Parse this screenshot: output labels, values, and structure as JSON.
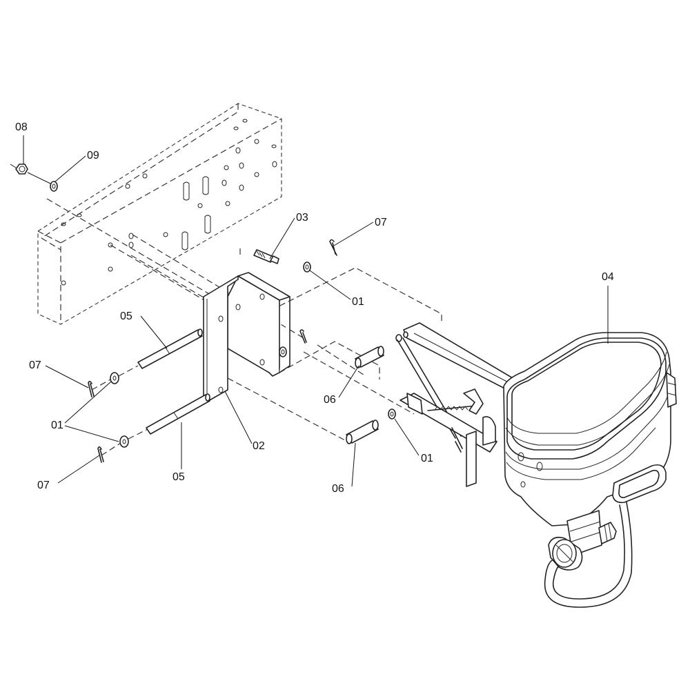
{
  "callouts": {
    "c01a": "01",
    "c01b": "01",
    "c01c": "01",
    "c02": "02",
    "c03": "03",
    "c04": "04",
    "c05a": "05",
    "c05b": "05",
    "c06a": "06",
    "c06b": "06",
    "c07a": "07",
    "c07b": "07",
    "c07c": "07",
    "c08": "08",
    "c09": "09"
  }
}
